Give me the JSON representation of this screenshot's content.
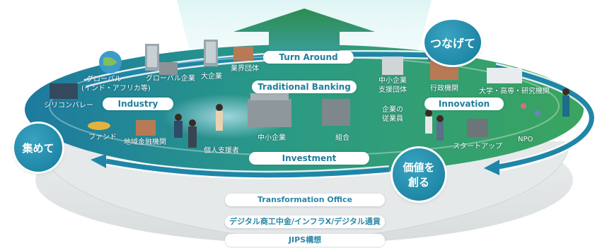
{
  "top_arrow_label": "Turn Around",
  "pills": {
    "traditional_banking": "Traditional  Banking",
    "industry": "Industry",
    "innovation": "Innovation",
    "investment": "Investment"
  },
  "circles": {
    "tsunagete": "つなげて",
    "atsumete": "集めて",
    "kachi_line1": "価値を",
    "kachi_line2": "創る"
  },
  "labels": {
    "global_india_africa_line1": "グローバル",
    "global_india_africa_line2": "(インド・アフリカ等)",
    "global_company": "グローバル企業",
    "large_company": "大企業",
    "industry_group": "業界団体",
    "silicon_valley": "シリコンバレー",
    "fund": "ファンド",
    "regional_finance": "地域金融機関",
    "individual_supporter": "個人支援者",
    "sme": "中小企業",
    "association": "組合",
    "sme_support_line1": "中小企業",
    "sme_support_line2": "支援団体",
    "employees_line1": "企業の",
    "employees_line2": "従業員",
    "government": "行政機関",
    "academia": "大学・高専・研究機関",
    "startup": "スタートアップ",
    "npo": "NPO"
  },
  "bottom_bars": [
    "Transformation Office",
    "デジタル商工中金/インフラX/デジタル通貨",
    "JIPS構想"
  ],
  "colors": {
    "teal": "#1f86a8",
    "green": "#2f9a6e",
    "arrow_dark": "#0f6f8f",
    "up_arrow": "#2b8f5f"
  }
}
